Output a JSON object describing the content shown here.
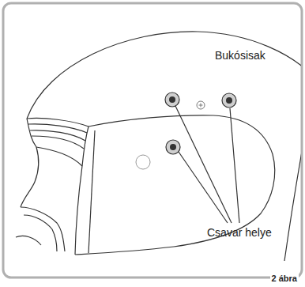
{
  "diagram": {
    "caption": "2 ábra",
    "labels": [
      "Bukósisak",
      "Csavar helye"
    ]
  }
}
